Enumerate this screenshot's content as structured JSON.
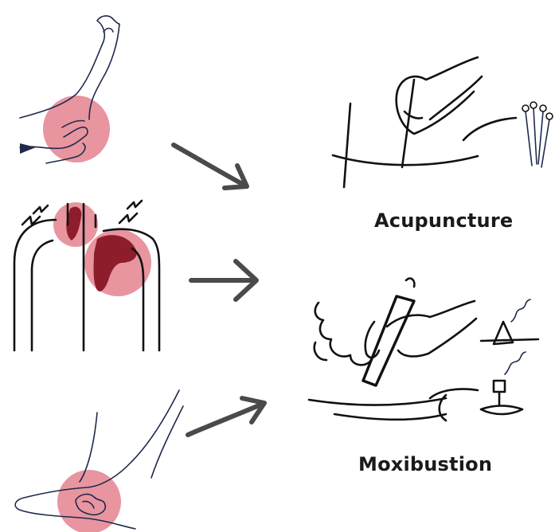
{
  "labels": {
    "acupuncture": "Acupuncture",
    "moxibustion": "Moxibustion"
  },
  "colors": {
    "pain_circle": "#e58a96",
    "pain_core": "#8e1d2c",
    "arrow": "#4a4a4a",
    "ink": "#111111",
    "figure_line": "#1f2a4d"
  },
  "icons": [
    "elbow-pain",
    "shoulder-pain",
    "heel-pain",
    "acupuncture-hand-needle",
    "acupuncture-needles",
    "moxibustion-hand-stick",
    "moxa-cone",
    "moxa-box"
  ]
}
